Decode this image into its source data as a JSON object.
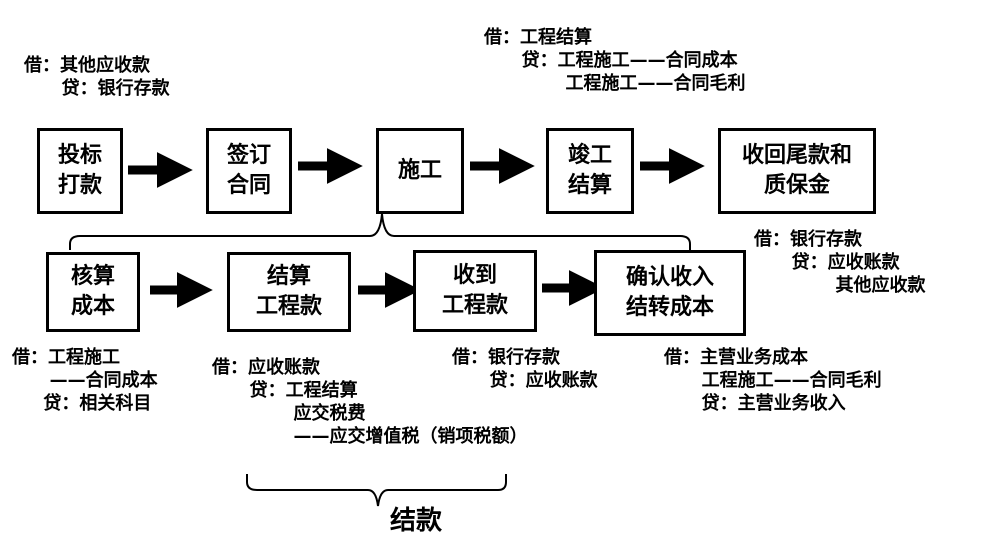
{
  "flow_top": [
    {
      "id": "bid",
      "label": "投标\n打款"
    },
    {
      "id": "sign",
      "label": "签订\n合同"
    },
    {
      "id": "build",
      "label": "施工"
    },
    {
      "id": "complete",
      "label": "竣工\n结算"
    },
    {
      "id": "collect",
      "label": "收回尾款和\n质保金"
    }
  ],
  "flow_bottom": [
    {
      "id": "cost",
      "label": "核算\n成本"
    },
    {
      "id": "settle",
      "label": "结算\n工程款"
    },
    {
      "id": "receive",
      "label": "收到\n工程款"
    },
    {
      "id": "recognize",
      "label": "确认收入\n结转成本"
    }
  ],
  "entries": {
    "bid": "借：其他应收款\n      贷：银行存款",
    "complete": "借：工程结算\n      贷：工程施工——合同成本\n             工程施工——合同毛利",
    "collect": "借：银行存款\n      贷：应收账款\n             其他应收款",
    "cost": "借：工程施工\n      ——合同成本\n     贷：相关科目",
    "settle": "借：应收账款\n      贷：工程结算\n             应交税费\n             ——应交增值税（销项税额）",
    "receive": "借：银行存款\n      贷：应收账款",
    "recognize": "借：主营业务成本\n      工程施工——合同毛利\n      贷：主营业务收入"
  },
  "brace_label": "结款"
}
